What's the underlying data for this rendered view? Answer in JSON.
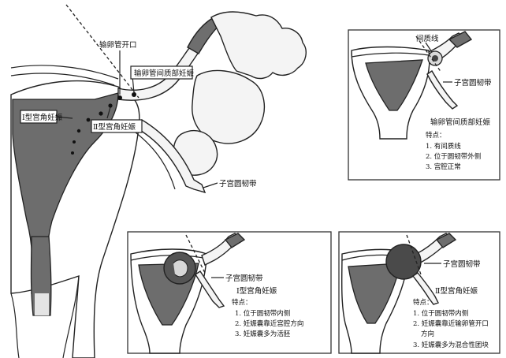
{
  "main": {
    "tube_opening_label": "输卵管开口",
    "interstitial_label": "输卵管间质部妊娠",
    "type1_label": "Ⅰ型宫角妊娠",
    "type2_label": "Ⅱ型宫角妊娠",
    "round_ligament_label": "子宫圆韧带"
  },
  "panel_interstitial": {
    "line_label": "间质线",
    "ligament_label": "子宫圆韧带",
    "title": "输卵管间质部妊娠",
    "features_heading": "特点：",
    "features": [
      "1. 有间质线",
      "2. 位于圆韧带外侧",
      "3. 宫腔正常"
    ]
  },
  "panel_type1": {
    "ligament_label": "子宫圆韧带",
    "title": "Ⅰ型宫角妊娠",
    "features_heading": "特点：",
    "features": [
      "1. 位于圆韧带内侧",
      "2. 妊娠囊靠近宫腔方向",
      "3. 妊娠囊多为活胚"
    ]
  },
  "panel_type2": {
    "ligament_label": "子宫圆韧带",
    "title": "Ⅱ型宫角妊娠",
    "features_heading": "特点：",
    "features": [
      "1. 位于圆韧带内侧",
      "2. 妊娠囊靠近输卵管开口",
      "方向",
      "3. 妊娠囊多为混合性团块"
    ]
  }
}
